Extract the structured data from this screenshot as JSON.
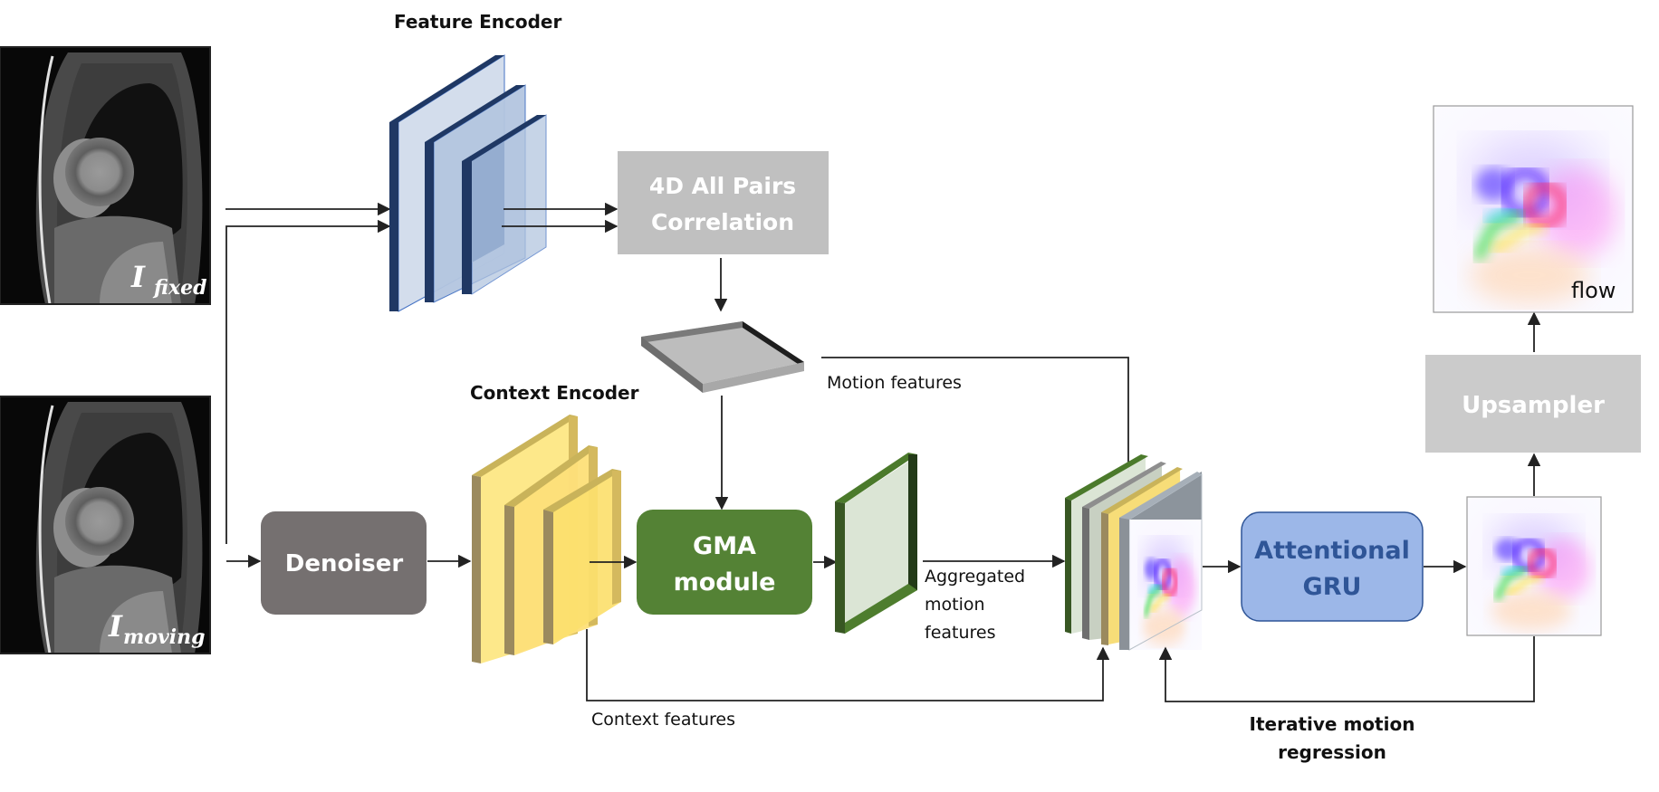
{
  "diagram": {
    "inputs": {
      "fixed": {
        "symbol": "I",
        "subscript": "fixed"
      },
      "moving": {
        "symbol": "I",
        "subscript": "moving"
      }
    },
    "labels": {
      "feature_encoder": "Feature Encoder",
      "context_encoder": "Context Encoder",
      "motion_features": "Motion features",
      "aggregated_line1": "Aggregated",
      "aggregated_line2": "motion",
      "aggregated_line3": "features",
      "context_features": "Context features",
      "iterative_line1": "Iterative motion",
      "iterative_line2": "regression",
      "flow": "flow"
    },
    "blocks": {
      "correlation_line1": "4D All Pairs",
      "correlation_line2": "Correlation",
      "denoiser": "Denoiser",
      "gma_line1": "GMA",
      "gma_line2": "module",
      "gru_line1": "Attentional",
      "gru_line2": "GRU",
      "upsampler": "Upsampler"
    },
    "colors": {
      "feature_encoder": "#1f3864",
      "context_encoder": "#ffe06a",
      "correlation_box": "#c0c0c0",
      "denoiser_box": "#757070",
      "gma_box": "#548235",
      "gru_box": "#9cb7e8",
      "gru_text": "#2f5597",
      "upsampler_box": "#cbcbcb",
      "arrow": "#222222"
    }
  }
}
